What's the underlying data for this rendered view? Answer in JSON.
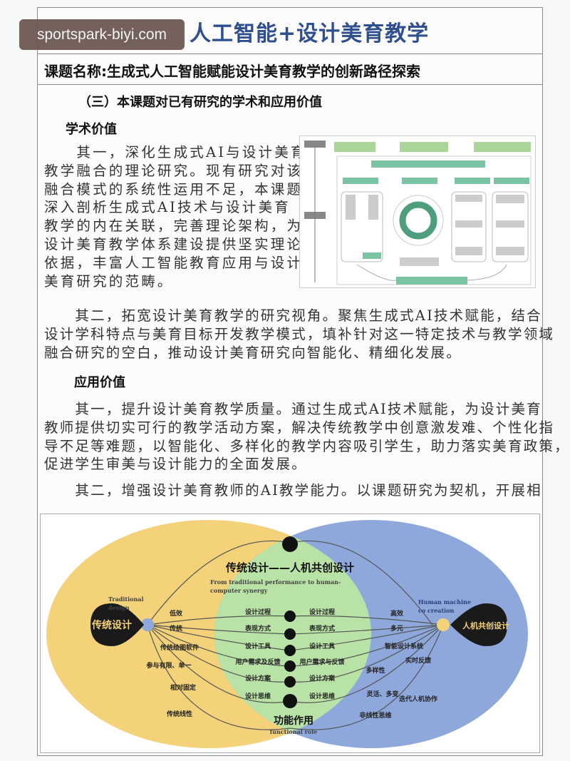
{
  "watermark": "sportspark-biyi.com",
  "header": {
    "title": "人工智能+设计美育教学",
    "subtitle": "课题名称:生成式人工智能赋能设计美育教学的创新路径探索"
  },
  "section": {
    "heading": "（三）本课题对已有研究的学术和应用价值",
    "academic": {
      "heading": "学术价值",
      "para1": [
        "　　其一，深化生成式AI与设计美育",
        "教学融合的理论研究。现有研究对该",
        "融合模式的系统性运用不足，本课题",
        "深入剖析生成式AI技术与设计美育",
        "教学的内在关联，完善理论架构，为",
        "设计美育教学体系建设提供坚实理论",
        "依据，丰富人工智能教育应用与设计",
        "美育研究的范畴。"
      ],
      "para2": [
        "　　其二，拓宽设计美育教学的研究视角。聚焦生成式AI技术赋能，结合",
        "设计学科特点与美育目标开发教学模式，填补针对这一特定技术与教学领域",
        "融合研究的空白，推动设计美育研究向智能化、精细化发展。"
      ]
    },
    "applied": {
      "heading": "应用价值",
      "para1": [
        "　　其一，提升设计美育教学质量。通过生成式AI技术赋能，为设计美育",
        "教师提供切实可行的教学活动方案，解决传统教学中创意激发难、个性化指",
        "导不足等难题，以智能化、多样化的教学内容吸引学生，助力落实美育政策，",
        "促进学生审美与设计能力的全面发展。"
      ],
      "para2": [
        "　　其二，增强设计美育教师的AI教学能力。以课题研究为契机，开展相"
      ]
    }
  },
  "venn": {
    "colors": {
      "left": "#f3d27a",
      "right": "#8fa8dc",
      "overlap": "#b9e3a6"
    },
    "title_cn": "传统设计——人机共创设计",
    "title_en_1": "From traditional performance to human-",
    "title_en_2": "computer synergy",
    "left_node": "传统设计",
    "left_en_1": "Traditional",
    "left_en_2": "design",
    "right_node": "人机共创设计",
    "right_en_1": "Human machine",
    "right_en_2": "co creation",
    "bottom_cn": "功能作用",
    "bottom_en": "functional role",
    "left_outer": [
      "低效",
      "传统",
      "传统绘图软件",
      "参与有限、单一",
      "相对固定",
      "传统线性"
    ],
    "center_left": [
      "设计过程",
      "表现方式",
      "设计工具",
      "用户需求及反馈",
      "设计方案",
      "设计思维"
    ],
    "center_right": [
      "设计过程",
      "表现方式",
      "设计工具",
      "用户需求与反馈",
      "设计方案",
      "设计思维"
    ],
    "right_outer": [
      "高效",
      "多元",
      "智能设计系统",
      "实时反馈",
      "多样性",
      "灵活、多变",
      "迭代人机协作",
      "非线性思维"
    ]
  }
}
